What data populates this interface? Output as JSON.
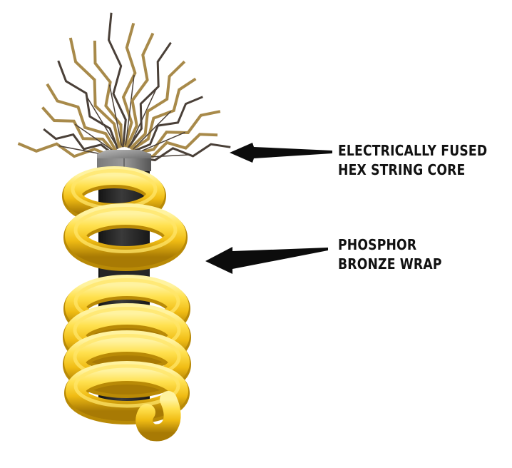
{
  "labels": {
    "core": {
      "line1": "ELECTRICALLY FUSED",
      "line2": "HEX STRING CORE"
    },
    "wrap": {
      "line1": "PHOSPHOR",
      "line2": "BRONZE WRAP"
    }
  },
  "colors": {
    "bronze_light": "#FFE66A",
    "bronze_mid": "#F2C21B",
    "bronze_dark": "#B98A06",
    "core_dark": "#262626",
    "core_face": "#8E8E8E",
    "spark_gold": "#A88A4A",
    "spark_dark": "#4A4038",
    "text": "#111111"
  },
  "icons": {
    "spark": "lightning-bolt",
    "pointer": "arrow-left"
  }
}
